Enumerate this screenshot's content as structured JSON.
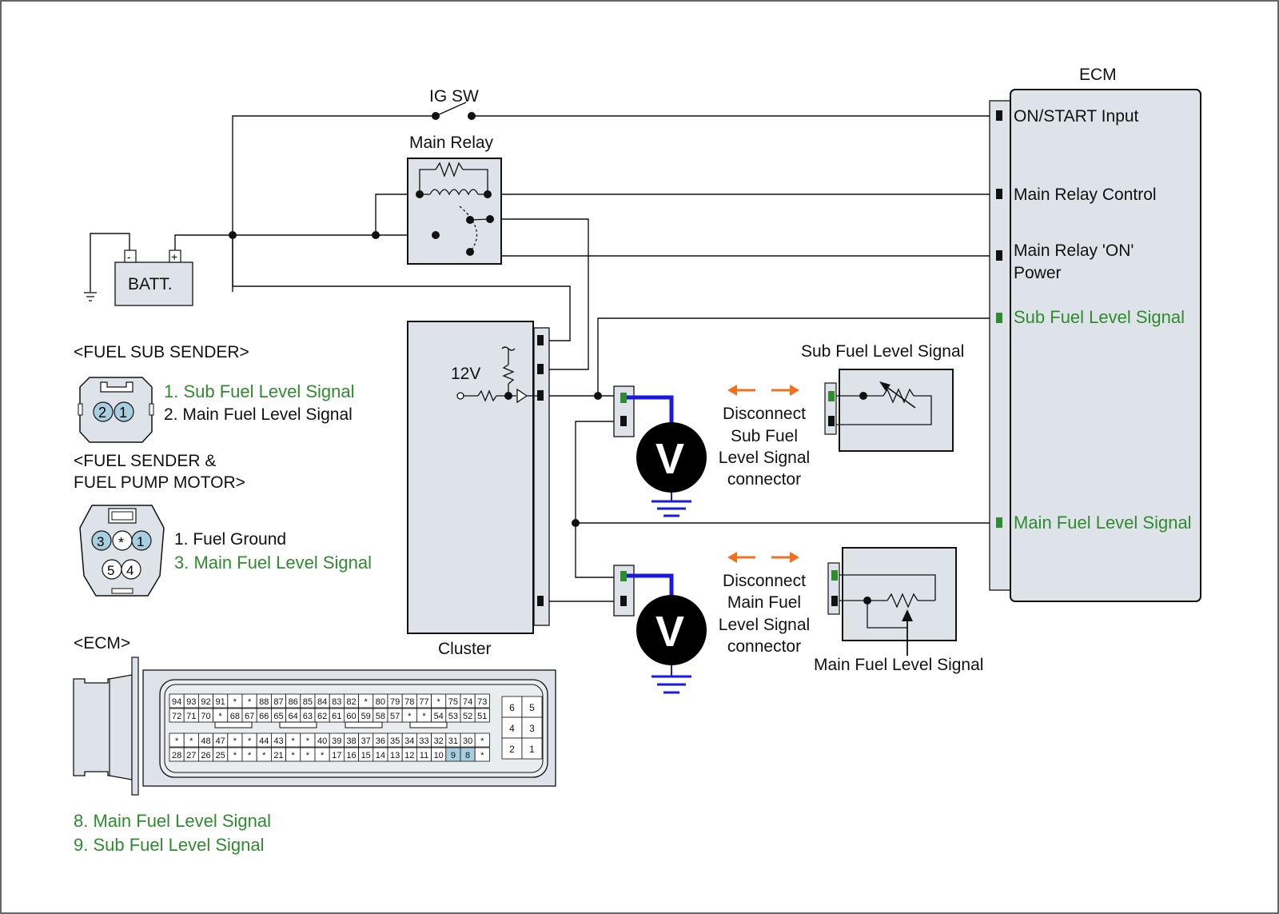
{
  "colors": {
    "line": "#111111",
    "box_fill": "#dde3e8",
    "signal_green": "#2e8b2e",
    "probe_blue": "#1a1adf",
    "arrow_orange": "#f07020",
    "pin_highlight": "#a8cfe0"
  },
  "labels": {
    "ig_sw": "IG SW",
    "main_relay": "Main Relay",
    "batt": "BATT.",
    "batt_minus": "-",
    "batt_plus": "+",
    "cluster": "Cluster",
    "v12": "12V",
    "ecm_title": "ECM",
    "voltmeter": "V"
  },
  "ecm_pins": {
    "on_start": "ON/START Input",
    "relay_control": "Main Relay Control",
    "relay_on_line1": "Main Relay 'ON'",
    "relay_on_line2": "Power",
    "sub_level": "Sub Fuel Level Signal",
    "main_level": "Main Fuel Level Signal"
  },
  "sub_check": {
    "title": "Sub Fuel Level Signal",
    "lines": [
      "Disconnect",
      "Sub Fuel",
      "Level Signal",
      "connector"
    ]
  },
  "main_check": {
    "title": "Main Fuel Level Signal",
    "lines": [
      "Disconnect",
      "Main Fuel",
      "Level Signal",
      "connector"
    ]
  },
  "sub_sender": {
    "heading": "<FUEL SUB SENDER>",
    "pin_a": "2",
    "pin_b": "1",
    "pin1": "1. Sub Fuel Level Signal",
    "pin2": "2. Main Fuel Level Signal"
  },
  "fuel_sender": {
    "heading_line1": "<FUEL SENDER &",
    "heading_line2": "FUEL PUMP MOTOR>",
    "pins": [
      "3",
      "*",
      "1",
      "5",
      "4"
    ],
    "pin1": "1. Fuel Ground",
    "pin3": "3. Main Fuel Level Signal"
  },
  "ecm_connector": {
    "heading": "<ECM>",
    "rows": [
      [
        "94",
        "93",
        "92",
        "91",
        "*",
        "*",
        "88",
        "87",
        "86",
        "85",
        "84",
        "83",
        "82",
        "*",
        "80",
        "79",
        "78",
        "77",
        "*",
        "75",
        "74",
        "73"
      ],
      [
        "72",
        "71",
        "70",
        "*",
        "68",
        "67",
        "66",
        "65",
        "64",
        "63",
        "62",
        "61",
        "60",
        "59",
        "58",
        "57",
        "*",
        "*",
        "54",
        "53",
        "52",
        "51"
      ],
      [
        "*",
        "*",
        "48",
        "47",
        "*",
        "*",
        "44",
        "43",
        "*",
        "*",
        "40",
        "39",
        "38",
        "37",
        "36",
        "35",
        "34",
        "33",
        "32",
        "31",
        "30",
        "*"
      ],
      [
        "28",
        "27",
        "26",
        "25",
        "*",
        "*",
        "*",
        "21",
        "*",
        "*",
        "*",
        "17",
        "16",
        "15",
        "14",
        "13",
        "12",
        "11",
        "10",
        "9",
        "8",
        "*"
      ]
    ],
    "highlighted": [
      "9",
      "8"
    ],
    "small_block": [
      [
        "6",
        "5"
      ],
      [
        "4",
        "3"
      ],
      [
        "2",
        "1"
      ]
    ],
    "legend": [
      "8. Main Fuel Level Signal",
      "9. Sub Fuel Level Signal"
    ]
  }
}
